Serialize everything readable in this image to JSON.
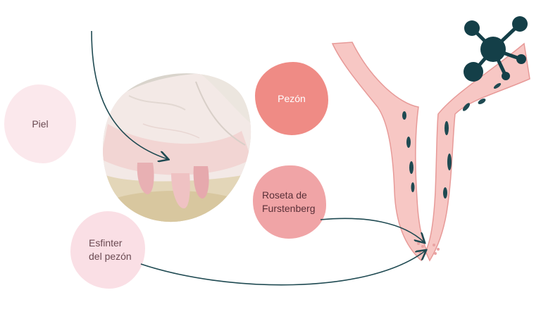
{
  "labels": {
    "piel": "Piel",
    "pezon": "Pezón",
    "roseta_line1": "Roseta de",
    "roseta_line2": "Furstenberg",
    "esfinter_line1": "Esfinter",
    "esfinter_line2": "del pezón"
  },
  "colors": {
    "piel_blob": "#fbe8ec",
    "pezon_blob": "#ef8b85",
    "roseta_blob": "#f0a4a6",
    "esfinter_blob": "#fadfe5",
    "tissue_fill": "#f7c7c4",
    "arrow": "#1f4a52",
    "icon": "#143f48"
  },
  "icons": [
    "molecule-icon",
    "udder-photo",
    "teat-cross-section"
  ]
}
